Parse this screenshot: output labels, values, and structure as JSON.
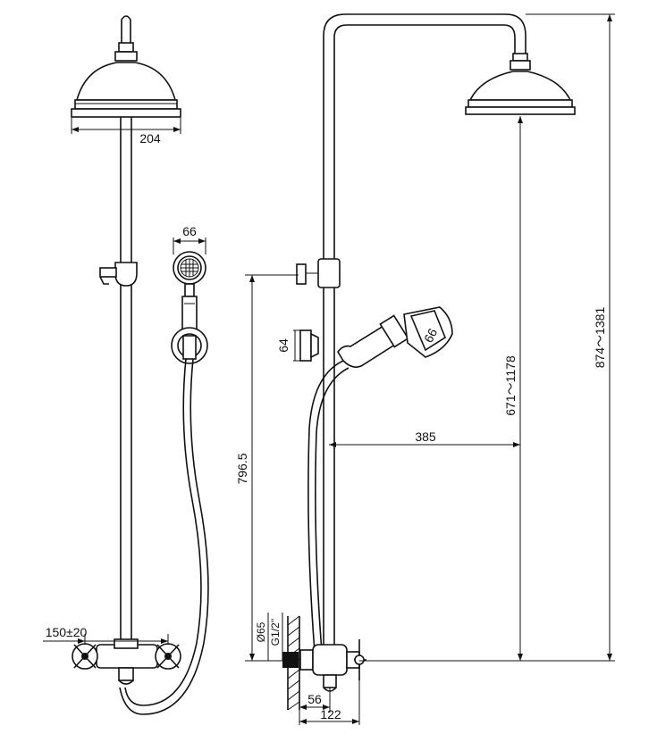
{
  "front_view": {
    "head_width": "204",
    "handshower_width": "66",
    "valve_spacing": "150±20"
  },
  "side_view": {
    "bracket_size": "64",
    "handshower_face": "66",
    "pipe_height": "796.5",
    "reach": "385",
    "slide_range": "671～1178",
    "total_height": "874～1381",
    "flange_diameter": "Ø65",
    "thread": "G1/2''",
    "offset_small": "56",
    "offset_large": "122"
  },
  "colors": {
    "line": "#111111",
    "background": "#ffffff"
  }
}
